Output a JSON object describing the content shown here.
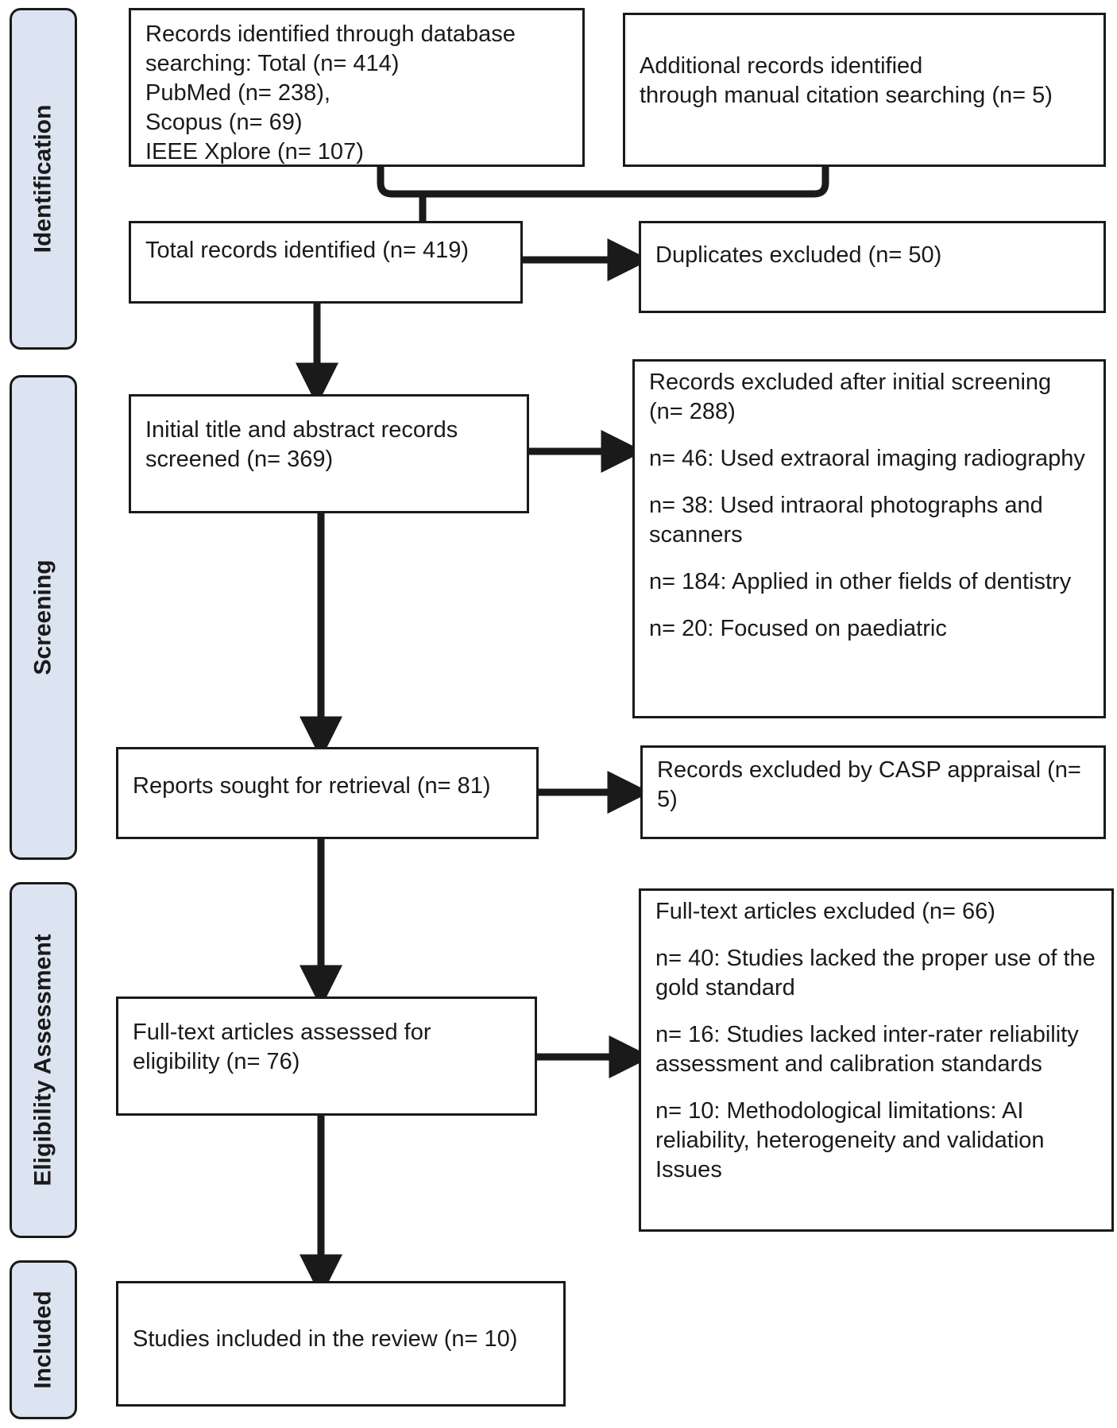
{
  "stages": {
    "identification": "Identification",
    "screening": "Screening",
    "eligibility": "Eligibility Assessment",
    "included": "Included"
  },
  "boxes": {
    "database_search": {
      "lines": [
        "Records identified through database",
        "searching: Total (n= 414)",
        "PubMed (n= 238),",
        "Scopus (n= 69)",
        "IEEE Xplore (n= 107)"
      ]
    },
    "manual_search": {
      "lines": [
        "Additional records identified",
        "through manual citation searching (n= 5)"
      ]
    },
    "total_identified": {
      "text": "Total records identified (n= 419)"
    },
    "duplicates": {
      "text": "Duplicates excluded (n= 50)"
    },
    "initial_screened": {
      "lines": [
        "Initial title and abstract records",
        "screened (n= 369)"
      ]
    },
    "excluded_screening": {
      "heading": "Records excluded after initial screening (n= 288)",
      "items": [
        "n= 46: Used extraoral imaging radiography",
        "n= 38: Used intraoral photographs and scanners",
        "n= 184: Applied in other fields of dentistry",
        "n= 20: Focused on paediatric"
      ]
    },
    "sought_retrieval": {
      "text": "Reports sought for retrieval (n= 81)"
    },
    "casp_excluded": {
      "text": "Records excluded by CASP appraisal (n= 5)"
    },
    "fulltext_assessed": {
      "lines": [
        "Full-text articles assessed for",
        "eligibility (n= 76)"
      ]
    },
    "fulltext_excluded": {
      "heading": "Full-text articles excluded (n= 66)",
      "items": [
        "n= 40: Studies lacked the proper use of the gold standard",
        "n= 16: Studies lacked inter-rater reliability assessment and calibration standards",
        "n= 10: Methodological limitations: AI reliability, heterogeneity and validation Issues"
      ]
    },
    "included_studies": {
      "text": "Studies included in the review (n= 10)"
    }
  }
}
